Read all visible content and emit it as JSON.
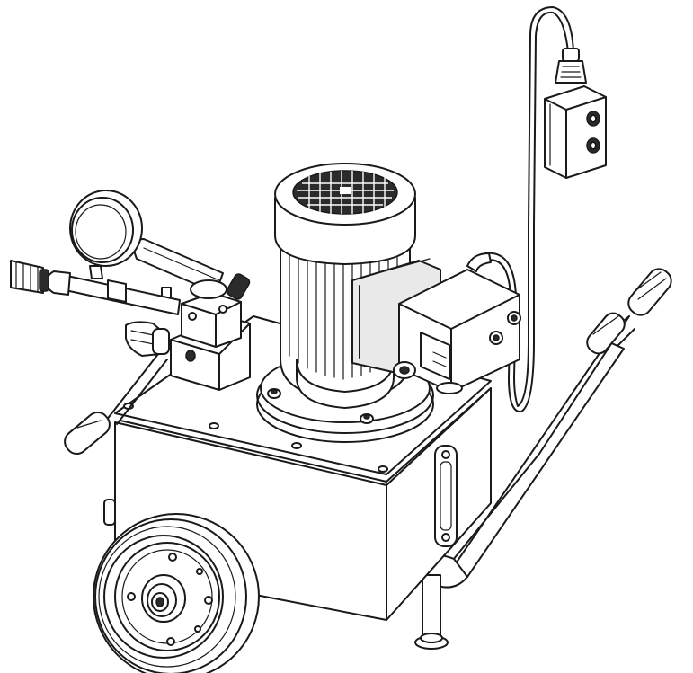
{
  "drawing": {
    "style": "monochrome line-art technical drawing",
    "colors": {
      "stroke": "#1a1a1a",
      "background": "#ffffff",
      "shade": "#e9e9e9",
      "dark": "#2b2b2b"
    },
    "components": [
      "electric-motor",
      "motor-fan-grille",
      "hydraulic-pump",
      "oil-reservoir-tank",
      "pressure-gauge",
      "hand-valve-lever",
      "valve-block",
      "hose-coupler",
      "pendant-control-box",
      "control-cable",
      "push-handle",
      "side-handle",
      "oil-level-sight-glass",
      "wheel",
      "support-foot"
    ]
  }
}
